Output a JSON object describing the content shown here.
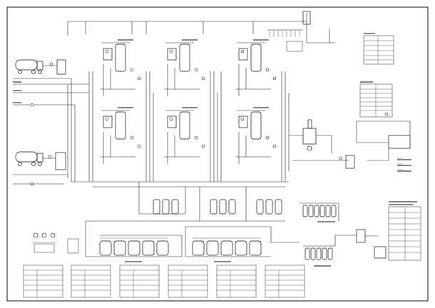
{
  "colors": {
    "background": "#ffffff",
    "line": "#222222",
    "frame": "#111111"
  },
  "structure": {
    "reactor_units": 6,
    "condensers": 4,
    "ground_tank_groups": 2,
    "spec_tables": 6,
    "legend_tables": 3,
    "cylinder_racks": 2,
    "tanker_trucks": 2
  }
}
